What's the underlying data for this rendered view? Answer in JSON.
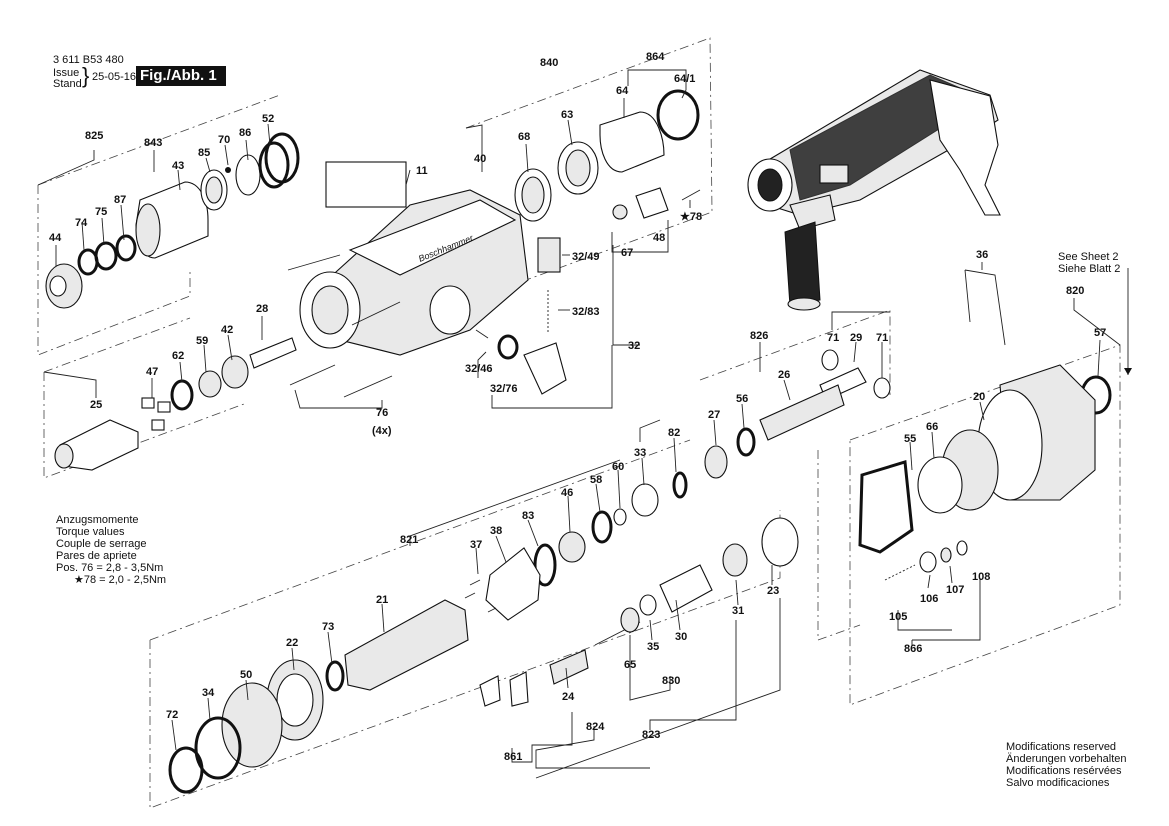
{
  "header": {
    "doc_number": "3 611 B53 480",
    "issue_label": "Issue",
    "stand_label": "Stand",
    "issue_date": "25-05-16",
    "figure": "Fig./Abb. 1"
  },
  "sheet_ref": [
    "See Sheet 2",
    "Siehe Blatt 2"
  ],
  "torque": {
    "lines": [
      "Anzugsmomente",
      "Torque values",
      "Couple de serrage",
      "Pares de apriete"
    ],
    "values": [
      "Pos. 76 = 2,8 - 3,5Nm",
      "★78 = 2,0 - 2,5Nm"
    ]
  },
  "modifications": [
    "Modifications reserved",
    "Änderungen vorbehalten",
    "Modifications resérvées",
    "Salvo modificaciones"
  ],
  "label_11": "11",
  "housing_brand": "Boschhammer",
  "parts": [
    "825",
    "843",
    "43",
    "85",
    "70",
    "86",
    "52",
    "74",
    "75",
    "87",
    "44",
    "840",
    "40",
    "68",
    "63",
    "864",
    "64",
    "64/1",
    "48",
    "67",
    "★78",
    "32/49",
    "32/83",
    "32",
    "32/46",
    "32/76",
    "76",
    "(4x)",
    "28",
    "42",
    "59",
    "62",
    "47",
    "25",
    "826",
    "71",
    "29",
    "71",
    "26",
    "56",
    "27",
    "36",
    "820",
    "57",
    "20",
    "66",
    "55",
    "82",
    "33",
    "60",
    "58",
    "46",
    "83",
    "38",
    "37",
    "821",
    "21",
    "73",
    "22",
    "50",
    "34",
    "72",
    "24",
    "861",
    "824",
    "823",
    "830",
    "65",
    "35",
    "30",
    "31",
    "23",
    "105",
    "106",
    "107",
    "108",
    "866"
  ]
}
